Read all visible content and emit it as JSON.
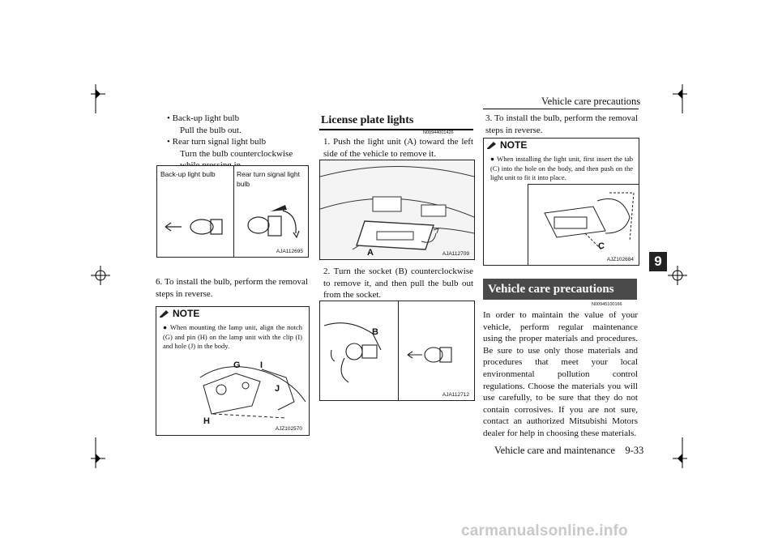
{
  "header": {
    "title": "Vehicle care precautions",
    "footer": "Vehicle care and maintenance    9-33"
  },
  "chapter_tab": "9",
  "col1": {
    "bullets": [
      {
        "title": "• Back-up light bulb",
        "desc": "Pull the bulb out."
      },
      {
        "title": "• Rear turn signal light bulb",
        "desc": "Turn the bulb counterclockwise while pressing in."
      }
    ],
    "figure1": {
      "label_left": "Back-up light bulb",
      "label_right": "Rear turn signal light bulb",
      "id": "AJA112695"
    },
    "step6": "6. To install the bulb, perform the removal steps in reverse.",
    "note": {
      "heading": "NOTE",
      "text": "When mounting the lamp unit, align the notch (G) and pin (H) on the lamp unit with the clip (I) and hole (J) in the body.",
      "figure": {
        "id": "AJZ102570",
        "labels": [
          "G",
          "I",
          "J",
          "H"
        ]
      }
    }
  },
  "col2": {
    "section_title": "License plate lights",
    "code": "N00944001426",
    "step1": "1. Push the light unit (A) toward the left side of the vehicle to remove it.",
    "figure1": {
      "id": "AJA112709",
      "label": "A"
    },
    "step2": "2. Turn the socket (B) counterclockwise to remove it, and then pull the bulb out from the socket.",
    "figure2": {
      "id": "AJA112712",
      "label": "B"
    }
  },
  "col3": {
    "step3": "3. To install the bulb, perform the removal steps in reverse.",
    "note": {
      "heading": "NOTE",
      "text": "When installing the light unit, first insert the tab (C) into the hole on the body, and then push on the light unit to fit it into place.",
      "figure": {
        "id": "AJZ102684",
        "label": "C"
      }
    },
    "section_title": "Vehicle care precautions",
    "code": "N00945100166",
    "paragraph": "In order to maintain the value of your vehicle, perform regular maintenance using the proper materials and procedures. Be sure to use only those materials and procedures that meet your local environmental pollution control regulations. Choose the materials you will use carefully, to be sure that they do not contain corrosives. If you are not sure, contact an authorized Mitsubishi Motors dealer for help in choosing these materials."
  },
  "watermark": "carmanualsonline.info"
}
